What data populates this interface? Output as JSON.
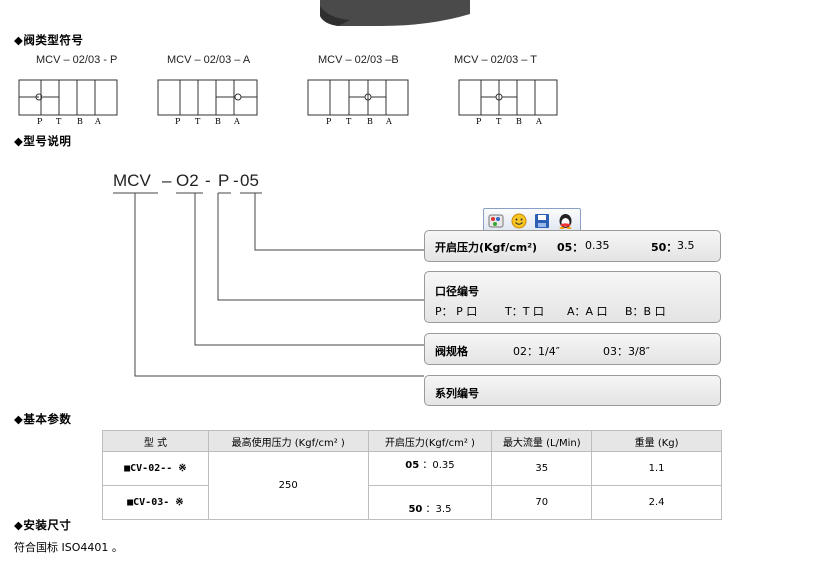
{
  "sections": {
    "symbols": "◆阀类型符号",
    "model_desc": "◆型号说明",
    "params": "◆基本参数",
    "install": "◆安装尺寸"
  },
  "symbol_labels": [
    "MCV – 02/03 - P",
    "MCV – 02/03 – A",
    "MCV – 02/03 –B",
    "MCV – 02/03 – T"
  ],
  "ports": [
    "P",
    "T",
    "B",
    "A"
  ],
  "model_code": {
    "a": "MCV",
    "d1": "–",
    "b": "O2",
    "d2": "-",
    "c": "P",
    "d3": "-",
    "e": "05"
  },
  "boxes": {
    "cracking": {
      "title": "开启压力(Kgf/cm²)",
      "opt1_key": "05：",
      "opt1_val": "0.35",
      "opt2_key": "50：",
      "opt2_val": "3.5"
    },
    "port": {
      "title": "口径编号",
      "p": "P： P 口",
      "t": "T：T 口",
      "a": "A：A 口",
      "b": "B：B 口"
    },
    "size": {
      "title": "阀规格",
      "o1": "02：1/4″",
      "o2": "03：3/8″"
    },
    "series": {
      "title": "系列编号"
    }
  },
  "table": {
    "headers": [
      "型  式",
      "最高使用压力 (Kgf/cm² )",
      "开启压力(Kgf/cm² )",
      "最大流量 (L/Min)",
      "重量 (Kg)"
    ],
    "rows": [
      {
        "model": "■CV-02-- ※",
        "pressure": "250",
        "crack_key": "05",
        "crack_val": "：0.35",
        "flow": "35",
        "weight": "1.1"
      },
      {
        "model": "■CV-03- ※",
        "crack_key": "50",
        "crack_val": "：3.5",
        "flow": "70",
        "weight": "2.4"
      }
    ]
  },
  "install_note": "符合国标 ISO4401 。",
  "toolbar_icons": [
    "palette-icon",
    "smiley-icon",
    "save-icon",
    "qq-penguin-icon"
  ]
}
